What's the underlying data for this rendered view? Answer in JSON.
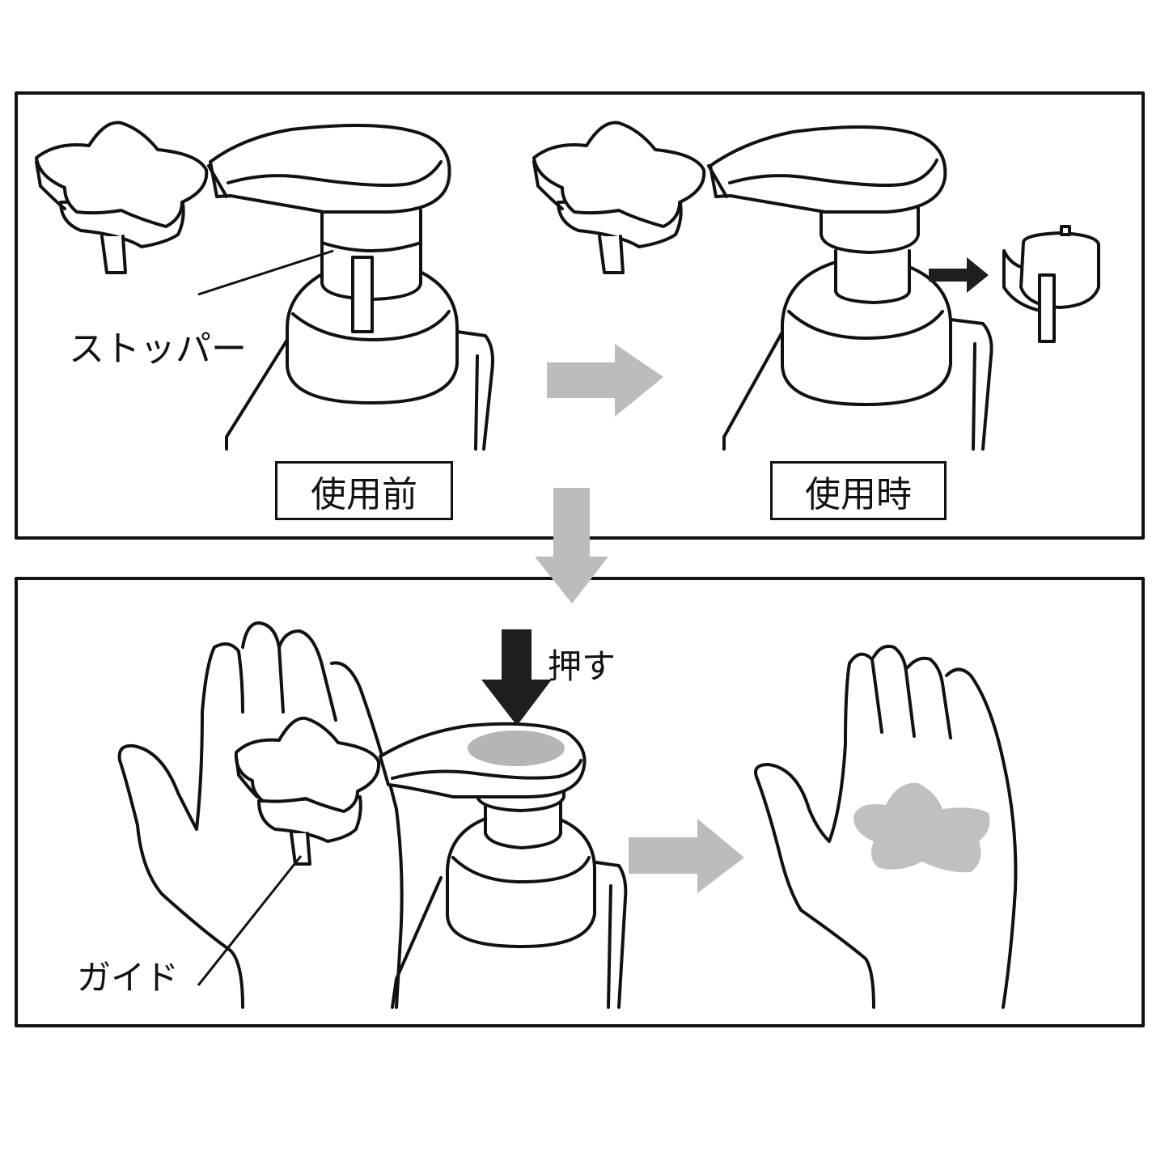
{
  "colors": {
    "line": "#111111",
    "gray_arrow": "#bcbcbc",
    "dark_arrow": "#1e1e1e",
    "press_spot": "#b5b5b5",
    "foam_star": "#c0c0c0",
    "background": "#ffffff"
  },
  "top_panel": {
    "left_figure": {
      "callout": "ストッパー",
      "caption": "使用前"
    },
    "right_figure": {
      "caption": "使用時"
    }
  },
  "bottom_panel": {
    "press_label": "押す",
    "guide_callout": "ガイド"
  },
  "icons": {
    "step_arrow_right": "gray-right-arrow",
    "step_arrow_down": "gray-down-arrow",
    "remove_arrow": "black-right-arrow",
    "press_arrow": "black-down-arrow"
  }
}
